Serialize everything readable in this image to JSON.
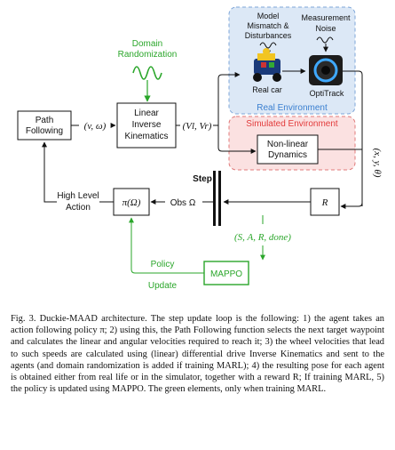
{
  "diagram": {
    "domain_randomization": [
      "Domain",
      "Randomization"
    ],
    "path_following": [
      "Path",
      "Following"
    ],
    "v_omega": "(v, ω)",
    "inverse_kinematics": [
      "Linear",
      "Inverse",
      "Kinematics"
    ],
    "vl_vr": "(Vl, Vr)",
    "model_mismatch": [
      "Model",
      "Mismatch &",
      "Disturbances"
    ],
    "measurement_noise": [
      "Measurement",
      "Noise"
    ],
    "real_car": "Real car",
    "optitrack": "OptiTrack",
    "real_environment": "Real Environment",
    "simulated_environment": "Simulated Environment",
    "nonlinear_dynamics": [
      "Non-linear",
      "Dynamics"
    ],
    "pose": "(x, y, θ)",
    "step": "Step",
    "high_level_action": [
      "High Level",
      "Action"
    ],
    "policy": "π(Ω)",
    "obs": "Obs Ω",
    "reward": "R",
    "sard": "(S, A, R, done)",
    "policy_update": [
      "Policy",
      "Update"
    ],
    "mappo": "MAPPO",
    "colors": {
      "green": "#2aa62a",
      "real_env_bg": "#dce8f6",
      "sim_env_bg": "#fbe1e1",
      "sim_env_text": "#e23b3b",
      "real_env_text": "#3a7fd0"
    }
  },
  "caption": "Fig. 3.   Duckie-MAAD architecture. The step update loop is the following: 1) the agent takes an action following policy π; 2) using this, the Path Following function selects the next target waypoint and calculates the linear and angular velocities required to reach it; 3) the wheel velocities that lead to such speeds are calculated using (linear) differential drive Inverse Kinematics and sent to the agents (and domain randomization is added if training MARL); 4) the resulting pose for each agent is obtained either from real life or in the simulator, together with a reward R; If training MARL, 5) the policy is updated using MAPPO. The green elements, only when training MARL."
}
